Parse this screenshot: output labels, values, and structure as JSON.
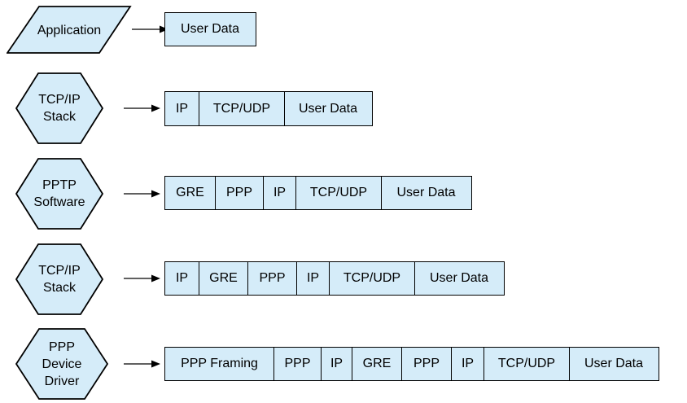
{
  "diagram": {
    "name": "PPTP packet encapsulation stages",
    "colors": {
      "shape_fill": "#D5ECF9",
      "stroke": "#000000",
      "background": "#FFFFFF"
    },
    "rows": [
      {
        "shape": "parallelogram",
        "shape_lines": [
          "Application"
        ],
        "cells": [
          "User Data"
        ]
      },
      {
        "shape": "hexagon",
        "shape_lines": [
          "TCP/IP",
          "Stack"
        ],
        "cells": [
          "IP",
          "TCP/UDP",
          "User Data"
        ]
      },
      {
        "shape": "hexagon",
        "shape_lines": [
          "PPTP",
          "Software"
        ],
        "cells": [
          "GRE",
          "PPP",
          "IP",
          "TCP/UDP",
          "User Data"
        ]
      },
      {
        "shape": "hexagon",
        "shape_lines": [
          "TCP/IP",
          "Stack"
        ],
        "cells": [
          "IP",
          "GRE",
          "PPP",
          "IP",
          "TCP/UDP",
          "User Data"
        ]
      },
      {
        "shape": "hexagon",
        "shape_lines": [
          "PPP",
          "Device",
          "Driver"
        ],
        "cells": [
          "PPP Framing",
          "PPP",
          "IP",
          "GRE",
          "PPP",
          "IP",
          "TCP/UDP",
          "User Data"
        ]
      }
    ]
  }
}
